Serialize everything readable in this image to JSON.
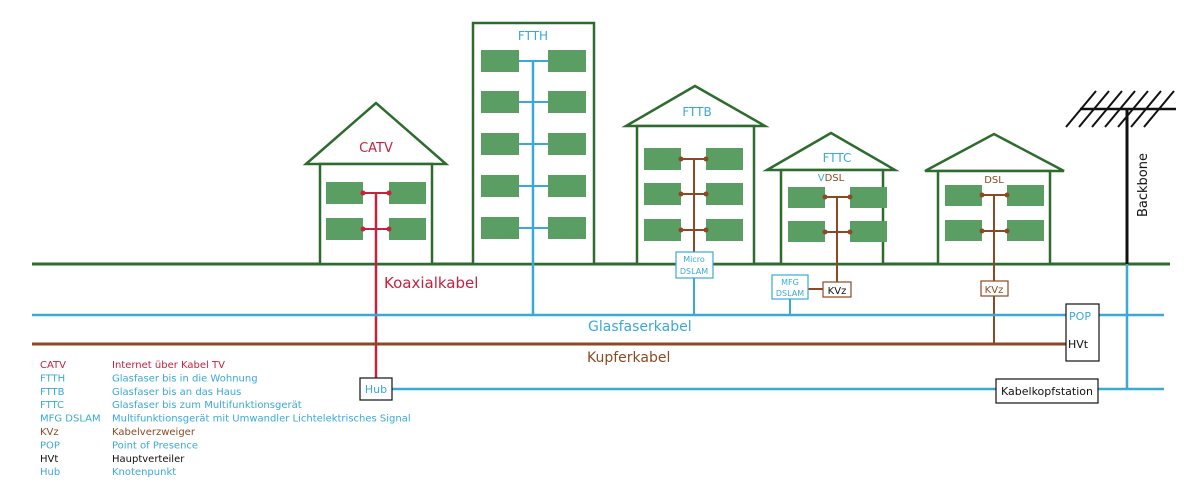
{
  "colors": {
    "green": "#2e6b2e",
    "window": "#5b9e63",
    "fiber": "#3aa9d8",
    "copper": "#8b4a23",
    "catv": "#c3233f",
    "black": "#111111"
  },
  "houses": {
    "catv": "CATV",
    "ftth": "FTTH",
    "fttb": "FTTB",
    "fttc": "FTTC",
    "dsl": "DSL",
    "vdsl_v": "V",
    "vdsl_rest": "DSL"
  },
  "cables": {
    "coax": "Koaxialkabel",
    "fiber": "Glasfaserkabel",
    "copper": "Kupferkabel",
    "backbone": "Backbone"
  },
  "boxes": {
    "micro_line1": "Micro",
    "micro_line2": "DSLAM",
    "mfg_line1": "MFG",
    "mfg_line2": "DSLAM",
    "kvz_fttc": "KVz",
    "kvz_dsl": "KVz",
    "pop": "POP",
    "hvt": "HVt",
    "hub": "Hub",
    "kabelkopf": "Kabelkopfstation"
  },
  "legend": [
    {
      "abbr": "CATV",
      "desc": "Internet über Kabel TV",
      "color": "#c3233f"
    },
    {
      "abbr": "FTTH",
      "desc": "Glasfaser bis in die Wohnung",
      "color": "#3aa9d8"
    },
    {
      "abbr": "FTTB",
      "desc": "Glasfaser bis an das Haus",
      "color": "#3aa9d8"
    },
    {
      "abbr": "FTTC",
      "desc": "Glasfaser bis zum Multifunktionsgerät",
      "color": "#3aa9d8"
    },
    {
      "abbr": "MFG DSLAM",
      "desc": "Multifunktionsgerät mit Umwandler Lichtelektrisches Signal",
      "color": "#3aa9d8"
    },
    {
      "abbr": "KVz",
      "desc": "Kabelverzweiger",
      "color": "#8b4a23"
    },
    {
      "abbr": "POP",
      "desc": "Point of Presence",
      "color": "#3aa9d8"
    },
    {
      "abbr": "HVt",
      "desc": "Hauptverteiler",
      "color": "#111111"
    },
    {
      "abbr": "Hub",
      "desc": "Knotenpunkt",
      "color": "#3aa9d8"
    }
  ]
}
